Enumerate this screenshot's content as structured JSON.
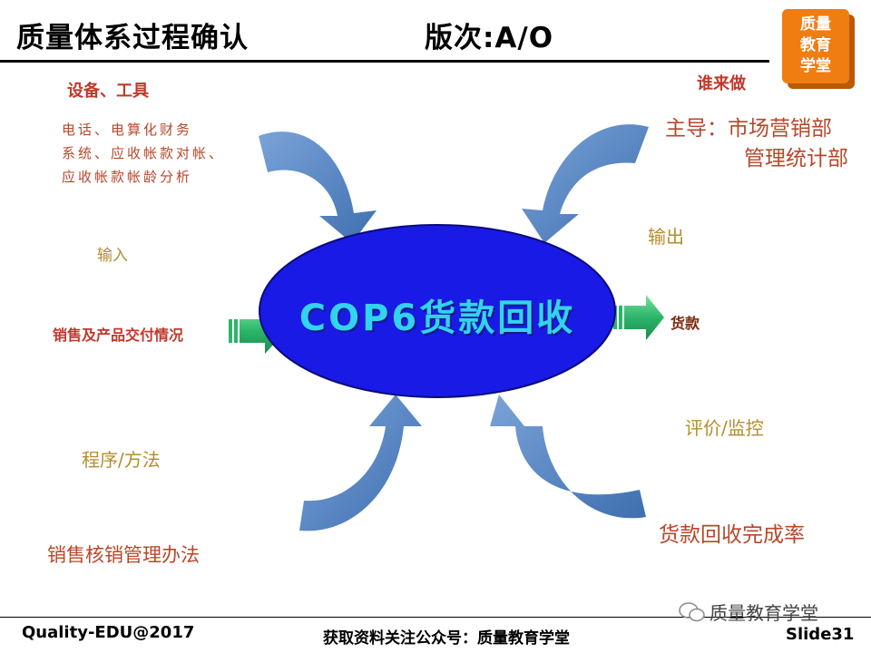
{
  "header": {
    "title": "质量体系过程确认",
    "version": "版次:A/O",
    "logo_text": "质量\n教育\n学堂",
    "logo_color": "#f07d12"
  },
  "left": {
    "equipment_label": "设备、工具",
    "equipment_detail": "电话、电算化财务\n系统、应收帐款对帐、\n应收帐款帐龄分析",
    "input_label": "输入",
    "input_value": "销售及产品交付情况",
    "method_label": "程序/方法",
    "method_value": "销售核销管理办法"
  },
  "right": {
    "who_label": "谁来做",
    "owner_line1": "主导：市场营销部",
    "owner_line2": "管理统计部",
    "output_label": "输出",
    "output_value": "货款",
    "evaluation_label": "评价/监控",
    "evaluation_value": "货款回收完成率"
  },
  "center": {
    "process_name": "COP6货款回收",
    "ellipse_color": "#1a1ae6",
    "arrow_color": "#5a86c2",
    "io_arrow_color": "#2bb56a"
  },
  "footer": {
    "left": "Quality-EDU@2017",
    "center": "获取资料关注公众号：质量教育学堂",
    "right": "Slide31",
    "watermark": "质量教育学堂"
  }
}
